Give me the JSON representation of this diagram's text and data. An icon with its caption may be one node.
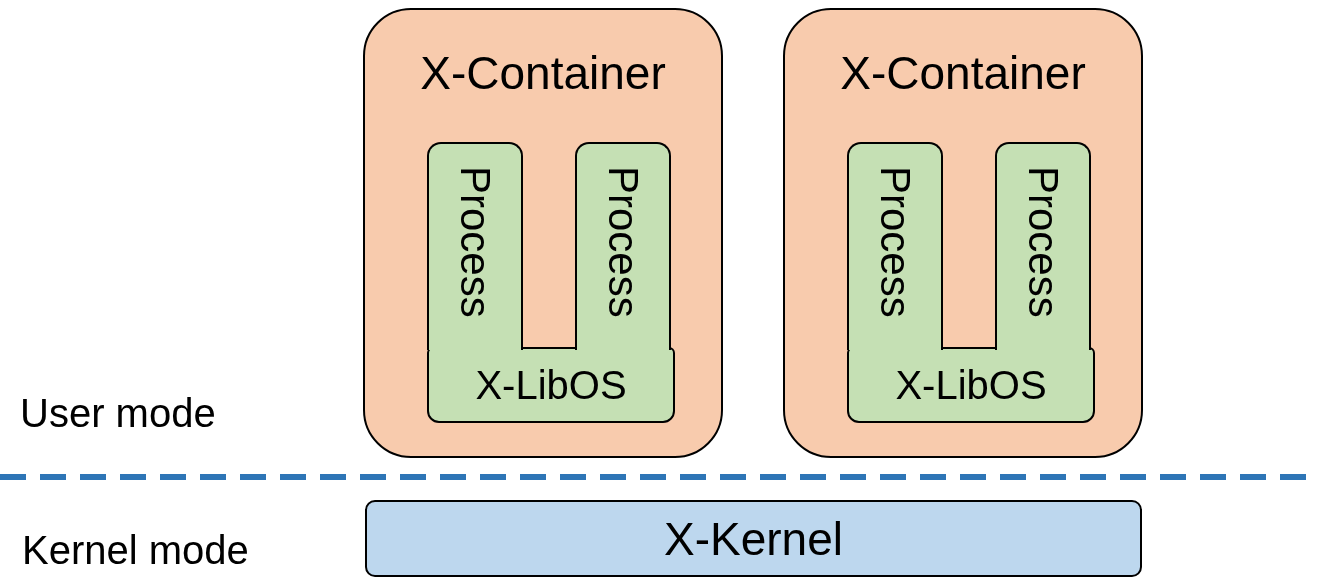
{
  "diagram": {
    "nodes": [
      {
        "text": [
          "X-Container"
        ]
      },
      {
        "text": [
          "Process"
        ],
        "in": 0
      },
      {
        "text": [
          "Process"
        ],
        "in": 0
      },
      {
        "text": [
          "X-LibOS"
        ],
        "in": 0
      },
      {
        "text": [
          "X-Container"
        ]
      },
      {
        "text": [
          "Process"
        ],
        "in": 4
      },
      {
        "text": [
          "Process"
        ],
        "in": 4
      },
      {
        "text": [
          "X-LibOS"
        ],
        "in": 4
      },
      {
        "text": [
          "X-Kernel"
        ]
      }
    ],
    "labels": [
      "User mode",
      "Kernel mode"
    ]
  }
}
